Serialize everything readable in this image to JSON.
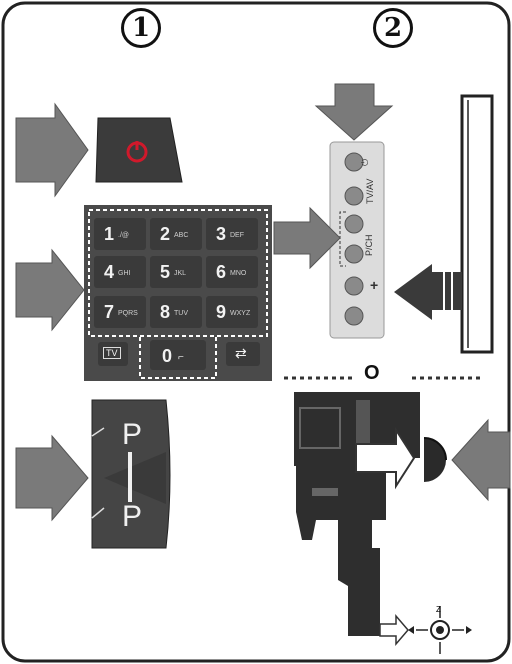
{
  "badges": {
    "left": "1",
    "right": "2"
  },
  "keypad": {
    "keys": [
      {
        "num": "1",
        "sub": "./@"
      },
      {
        "num": "2",
        "sub": "ABC"
      },
      {
        "num": "3",
        "sub": "DEF"
      },
      {
        "num": "4",
        "sub": "GHI"
      },
      {
        "num": "5",
        "sub": "JKL"
      },
      {
        "num": "6",
        "sub": "MNO"
      },
      {
        "num": "7",
        "sub": "PQRS"
      },
      {
        "num": "8",
        "sub": "TUV"
      },
      {
        "num": "9",
        "sub": "WXYZ"
      }
    ],
    "tv_key": "TV",
    "zero_key": "0",
    "swap_icon": "swap-arrows-icon"
  },
  "program_rocker": {
    "up": "P",
    "down": "P"
  },
  "control_panel": {
    "labels": [
      "TV/AV",
      "P/CH",
      "+"
    ]
  },
  "sensor_label": "O",
  "joystick_arrows": [
    "Z"
  ],
  "colors": {
    "arrow": "#7a7a7a",
    "panel": "#dcdcdc",
    "key": "#3a3a3a",
    "power_red": "#d0192b"
  }
}
